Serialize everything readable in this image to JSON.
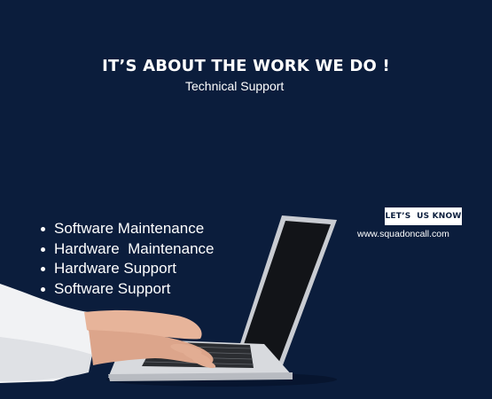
{
  "headline": "IT’S ABOUT THE WORK WE DO !",
  "subheadline": "Technical Support",
  "services": [
    {
      "label": "Software Maintenance"
    },
    {
      "label": "Hardware  Maintenance"
    },
    {
      "label": "Hardware Support"
    },
    {
      "label": "Software Support"
    }
  ],
  "cta": {
    "label": "LET’S  US KNOW"
  },
  "website": "www.squadoncall.com",
  "colors": {
    "background": "#0b1d3c",
    "text": "#ffffff",
    "button_bg": "#ffffff",
    "button_text": "#0b1d3c"
  },
  "image": {
    "icon": "laptop-with-hands-photo"
  }
}
